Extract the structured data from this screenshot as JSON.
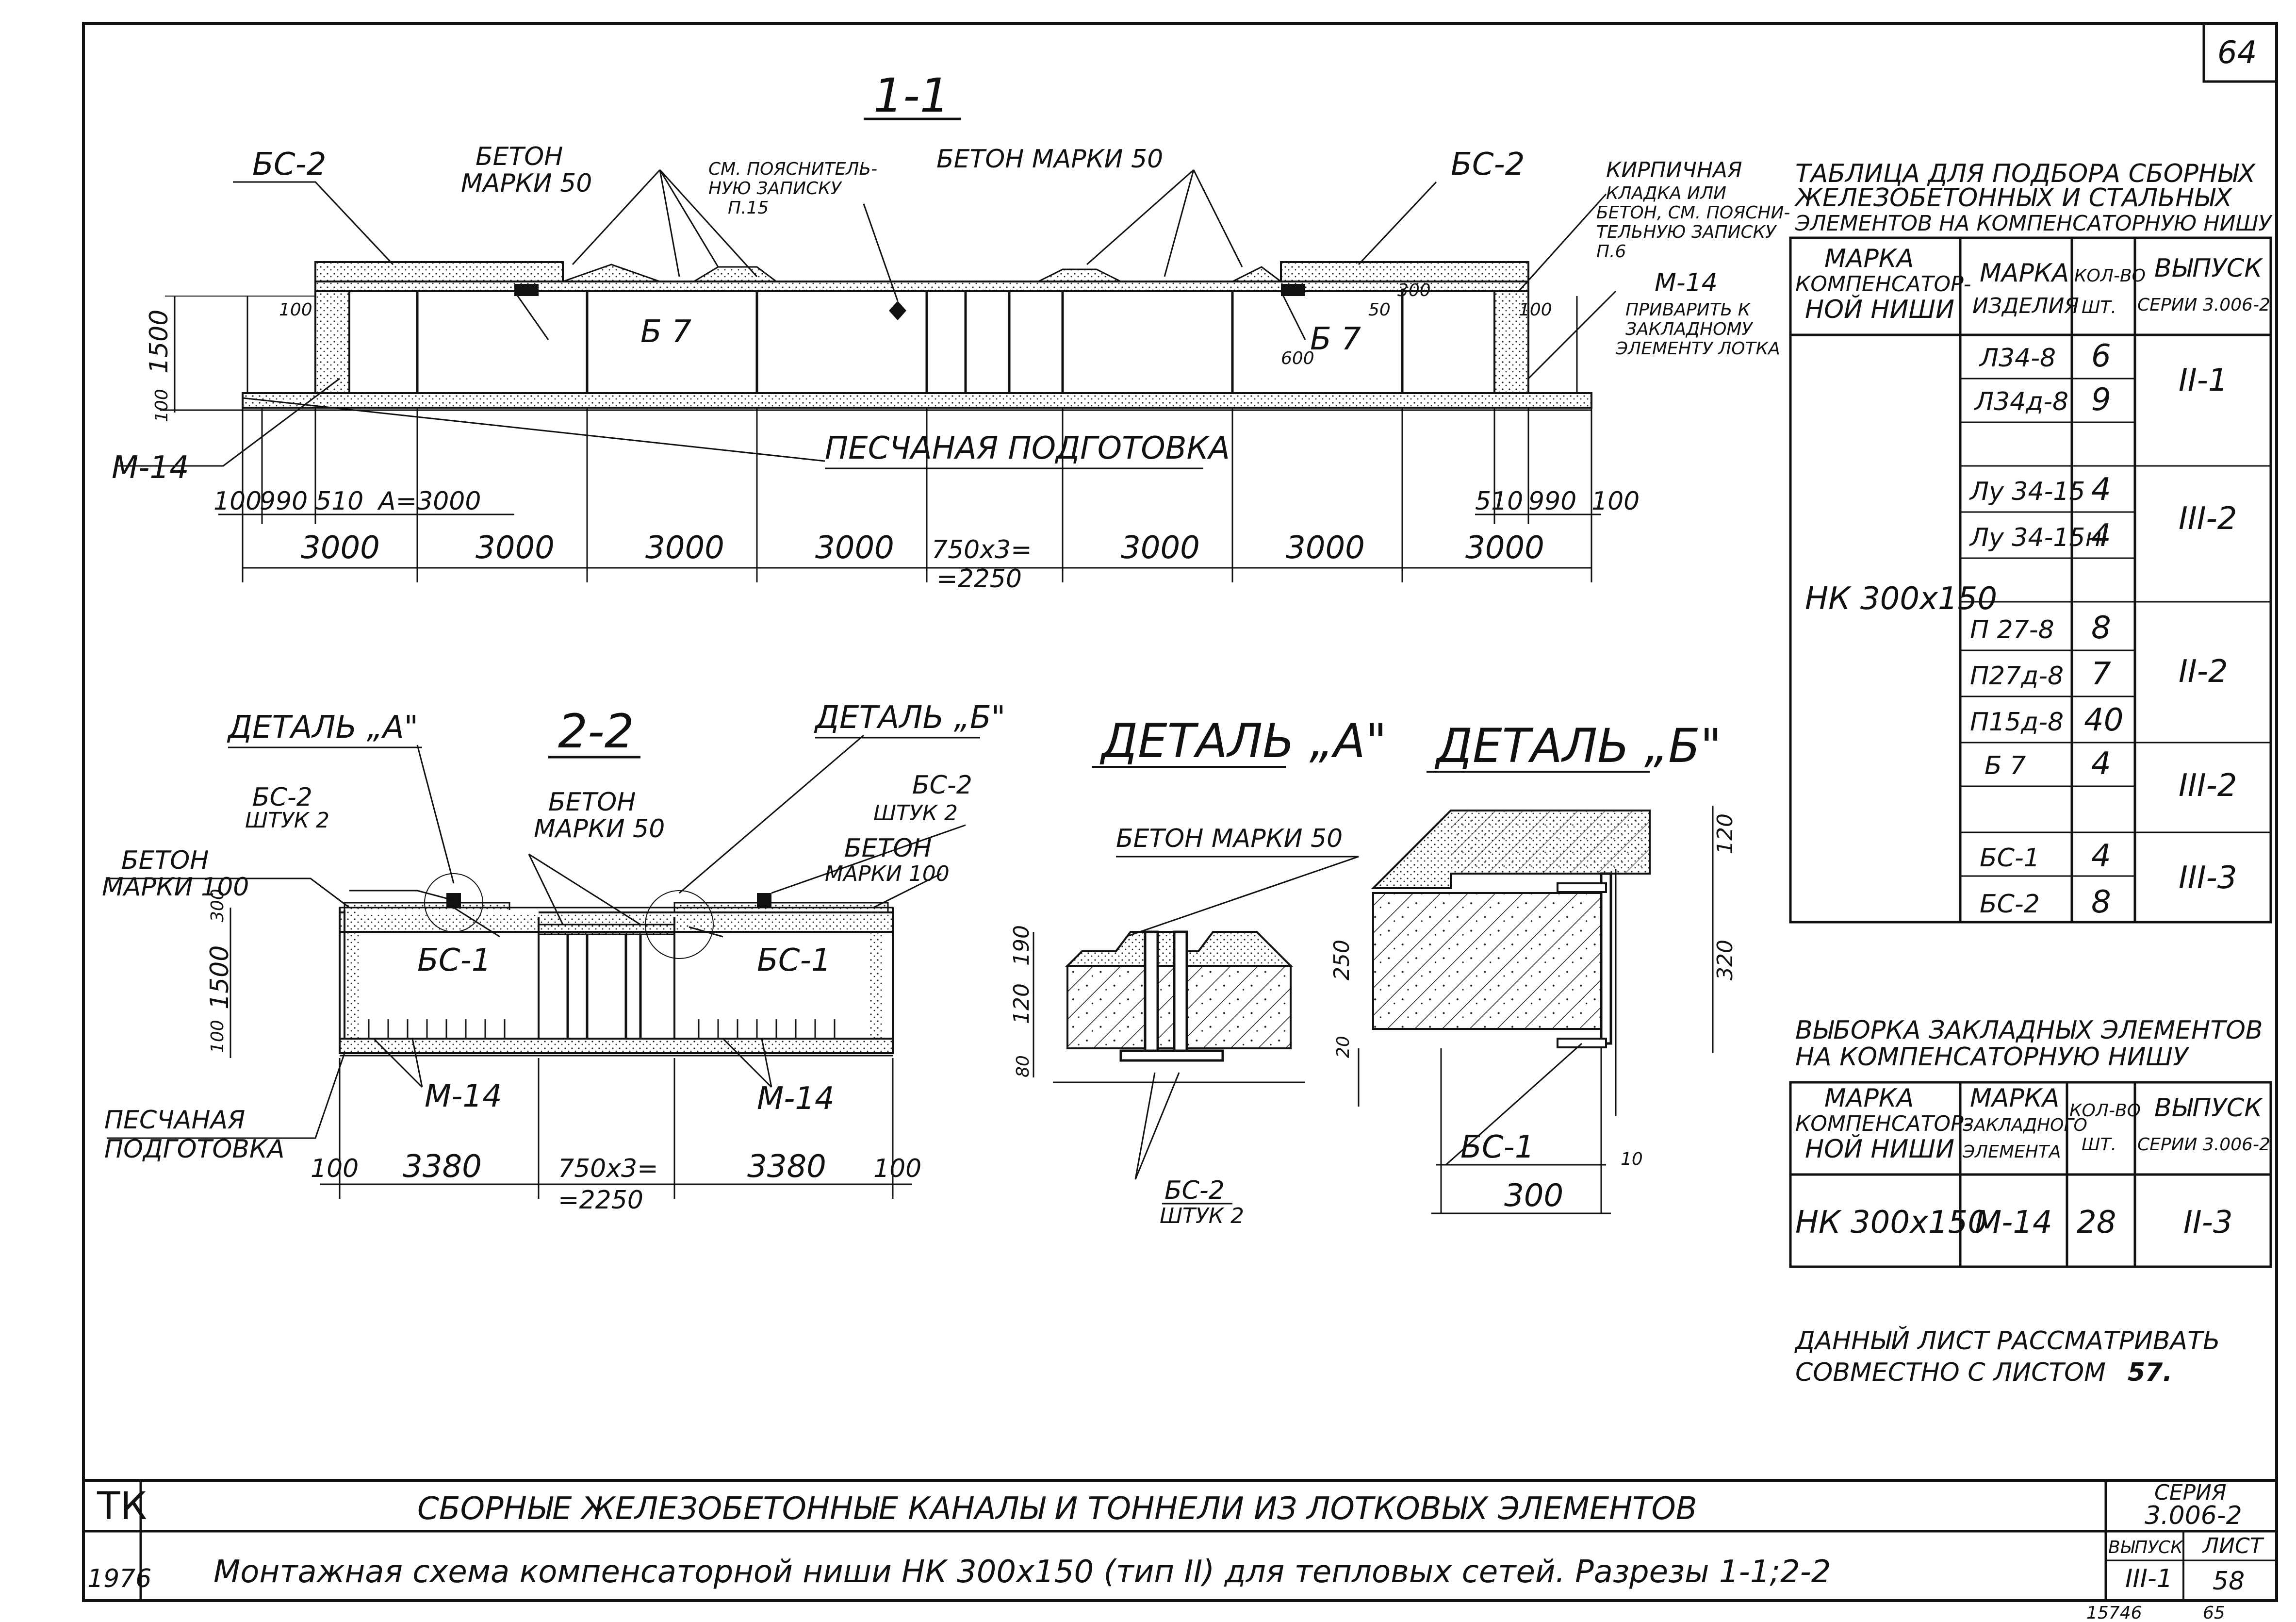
{
  "sheet": {
    "corner_number": "64",
    "bottom_codes": [
      "15746",
      "65"
    ]
  },
  "section11": {
    "title": "1-1",
    "labels": {
      "bs2_left": "БС-2",
      "beton50_a1": "БЕТОН",
      "beton50_a2": "МАРКИ 50",
      "sm_note1": "СМ. ПОЯСНИТЕЛЬ-",
      "sm_note2": "НУЮ ЗАПИСКУ",
      "sm_note3": "П.15",
      "beton50_b": "БЕТОН МАРКИ 50",
      "bs2_right": "БС-2",
      "brick1": "КИРПИЧНАЯ",
      "brick2": "КЛАДКА ИЛИ",
      "brick3": "БЕТОН, СМ. ПОЯСНИ-",
      "brick4": "ТЕЛЬНУЮ ЗАПИСКУ",
      "brick5": "П.6",
      "m14_right": "М-14",
      "weld1": "ПРИВАРИТЬ К",
      "weld2": "ЗАКЛАДНОМУ",
      "weld3": "ЭЛЕМЕНТУ ЛОТКА",
      "b7_left": "Б 7",
      "b7_right": "Б 7",
      "m14_left": "М-14",
      "sand": "ПЕСЧАНАЯ ПОДГОТОВКА",
      "h1500": "1500",
      "h100": "100",
      "d100a": "100",
      "d100b": "100",
      "d600": "600",
      "d300": "300",
      "d50": "50"
    },
    "dims_top": [
      "100",
      "990",
      "510",
      "А=3000",
      "510",
      "990",
      "100"
    ],
    "dims_main": [
      "3000",
      "3000",
      "3000",
      "3000",
      "750х3=",
      "=2250",
      "3000",
      "3000",
      "3000"
    ]
  },
  "section22": {
    "title": "2-2",
    "labels": {
      "detA": "ДЕТАЛЬ „А\"",
      "detB": "ДЕТАЛЬ „Б\"",
      "bs2_left1": "БС-2",
      "bs2_left2": "ШТУК 2",
      "beton50_1": "БЕТОН",
      "beton50_2": "МАРКИ 50",
      "bs2_right1": "БС-2",
      "bs2_right2": "ШТУК 2",
      "beton100_r1": "БЕТОН",
      "beton100_r2": "МАРКИ 100",
      "beton100_l1": "БЕТОН",
      "beton100_l2": "МАРКИ 100",
      "bs1_left": "БС-1",
      "bs1_right": "БС-1",
      "m14_left": "М-14",
      "m14_right": "М-14",
      "sand1": "ПЕСЧАНАЯ",
      "sand2": "ПОДГОТОВКА",
      "h300": "300",
      "h1500": "1500",
      "h100": "100"
    },
    "dims": [
      "100",
      "3380",
      "750х3=",
      "=2250",
      "3380",
      "100"
    ]
  },
  "detailA": {
    "title": "ДЕТАЛЬ „А\"",
    "label_beton": "БЕТОН МАРКИ 50",
    "dims": [
      "190",
      "120",
      "80"
    ],
    "bs2_1": "БС-2",
    "bs2_2": "ШТУК 2"
  },
  "detailB": {
    "title": "ДЕТАЛЬ „Б\"",
    "dims": [
      "120",
      "250",
      "20",
      "320",
      "10",
      "300"
    ],
    "bs1": "БС-1"
  },
  "table1": {
    "title_lines": [
      "ТАБЛИЦА ДЛЯ ПОДБОРА СБОРНЫХ",
      "ЖЕЛЕЗОБЕТОННЫХ И СТАЛЬНЫХ",
      "ЭЛЕМЕНТОВ НА КОМПЕНСАТОРНУЮ НИШУ"
    ],
    "headers": [
      [
        "МАРКА",
        "КОМПЕНСАТОР-",
        "НОЙ НИШИ"
      ],
      [
        "МАРКА",
        "ИЗДЕЛИЯ"
      ],
      [
        "КОЛ-ВО",
        "ШТ."
      ],
      [
        "ВЫПУСК",
        "СЕРИИ 3.006-2"
      ]
    ],
    "niche": "НК 300х150",
    "rows": [
      {
        "item": "Л34-8",
        "qty": "6"
      },
      {
        "item": "Л34д-8",
        "qty": "9"
      },
      {
        "item": "",
        "qty": ""
      },
      {
        "item": "Лу 34-15",
        "qty": "4"
      },
      {
        "item": "Лу 34-15н",
        "qty": "4"
      },
      {
        "item": "",
        "qty": ""
      },
      {
        "item": "П 27-8",
        "qty": "8"
      },
      {
        "item": "П27д-8",
        "qty": "7"
      },
      {
        "item": "П15д-8",
        "qty": "40"
      },
      {
        "item": "Б 7",
        "qty": "4"
      },
      {
        "item": "",
        "qty": ""
      },
      {
        "item": "БС-1",
        "qty": "4"
      },
      {
        "item": "БС-2",
        "qty": "8"
      }
    ],
    "issues": [
      "II-1",
      "III-2",
      "II-2",
      "III-2",
      "III-3"
    ]
  },
  "table2": {
    "title_lines": [
      "ВЫБОРКА ЗАКЛАДНЫХ ЭЛЕМЕНТОВ",
      "НА КОМПЕНСАТОРНУЮ НИШУ"
    ],
    "headers": [
      [
        "МАРКА",
        "КОМПЕНСАТОР-",
        "НОЙ НИШИ"
      ],
      [
        "МАРКА",
        "ЗАКЛАДНОГО",
        "ЭЛЕМЕНТА"
      ],
      [
        "КОЛ-ВО",
        "ШТ."
      ],
      [
        "ВЫПУСК",
        "СЕРИИ 3.006-2"
      ]
    ],
    "row": {
      "niche": "НК 300х150",
      "element": "М-14",
      "qty": "28",
      "issue": "II-3"
    }
  },
  "note": {
    "line1": "ДАННЫЙ ЛИСТ РАССМАТРИВАТЬ",
    "line2": "СОВМЕСТНО С ЛИСТОМ",
    "sheet": "57."
  },
  "title_block": {
    "tk": "ТК",
    "year": "1976",
    "line1": "СБОРНЫЕ ЖЕЛЕЗОБЕТОННЫЕ КАНАЛЫ И ТОННЕЛИ ИЗ ЛОТКОВЫХ ЭЛЕМЕНТОВ",
    "line2": "Монтажная схема компенсаторной ниши НК 300х150 (тип II) для тепловых сетей. Разрезы 1-1;2-2",
    "series_label": "СЕРИЯ",
    "series_value": "3.006-2",
    "issue_label": "ВЫПУСК",
    "issue_value": "III-1",
    "sheet_label": "ЛИСТ",
    "sheet_value": "58"
  }
}
